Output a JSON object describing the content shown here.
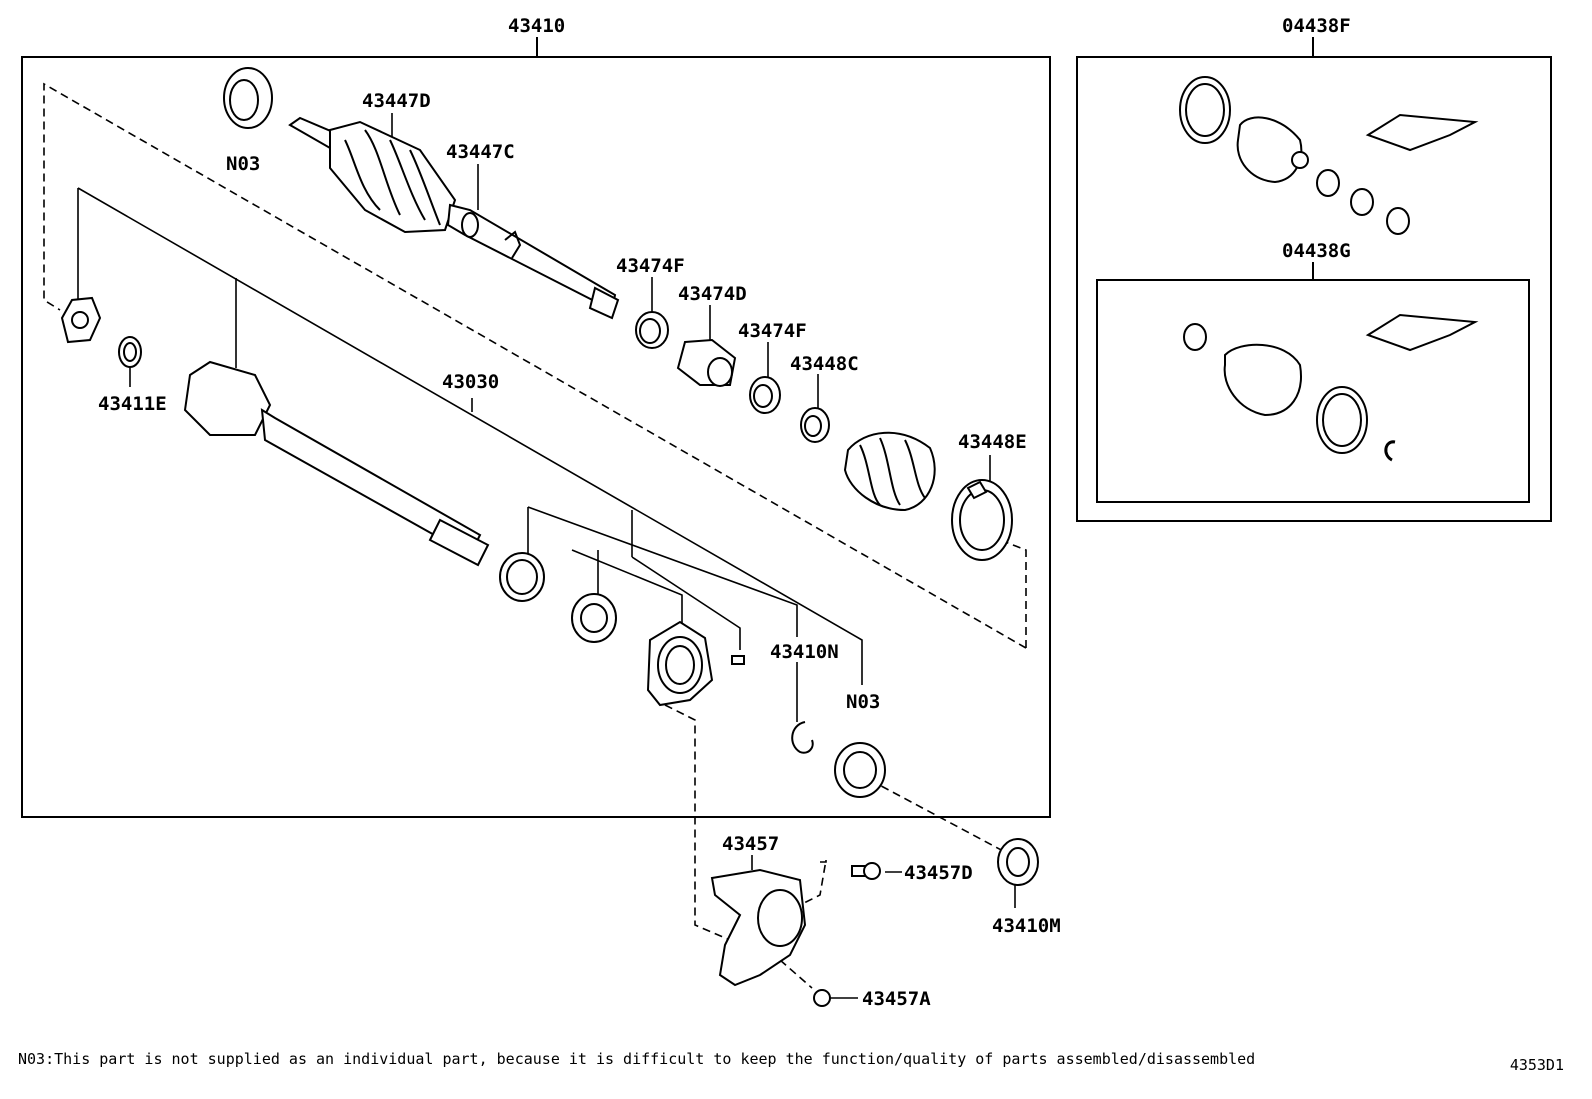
{
  "labels": {
    "l43410": "43410",
    "l04438F": "04438F",
    "l04438G": "04438G",
    "l43447D": "43447D",
    "l43447C": "43447C",
    "lN03a": "N03",
    "lN03b": "N03",
    "l43474F_1": "43474F",
    "l43474D": "43474D",
    "l43474F_2": "43474F",
    "l43448C": "43448C",
    "l43448E": "43448E",
    "l43030": "43030",
    "l43411E": "43411E",
    "l43410N": "43410N",
    "l43457": "43457",
    "l43457D": "43457D",
    "l43457A": "43457A",
    "l43410M": "43410M"
  },
  "footnote": "N03:This part is not supplied as an individual part, because it is difficult to keep the function/quality of parts assembled/disassembled",
  "diagram_code": "4353D1"
}
